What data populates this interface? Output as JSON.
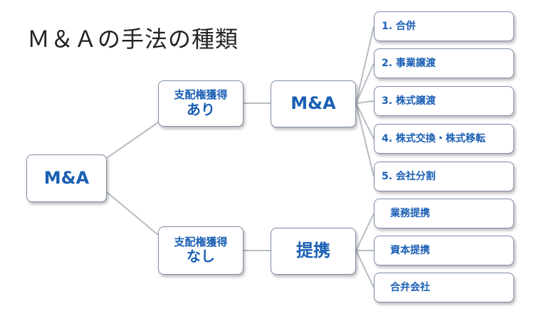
{
  "title": "Ｍ＆Ａの手法の種類",
  "root": {
    "label": "M&A"
  },
  "control_yes": {
    "line1": "支配権獲得",
    "line2": "あり"
  },
  "control_no": {
    "line1": "支配権獲得",
    "line2": "なし"
  },
  "branch_ma": {
    "label": "M&A"
  },
  "branch_alliance": {
    "label": "提携"
  },
  "ma_methods": [
    "1. 合併",
    "2. 事業譲渡",
    "3. 株式譲渡",
    "4. 株式交換・株式移転",
    "5. 会社分割"
  ],
  "alliance_methods": [
    "業務提携",
    "資本提携",
    "合弁会社"
  ],
  "colors": {
    "text": "#1a5fb4",
    "border": "#7f8fa6",
    "connector": "#b8bcc2"
  }
}
